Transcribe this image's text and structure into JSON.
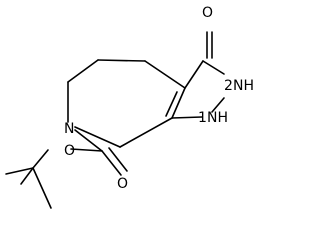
{
  "diagram": {
    "atoms": {
      "carbonyl_oxygen": "O",
      "pyrazole_nh_upper": "NH",
      "pyrazole_nh_lower": "NH",
      "upper_nh_prefix": "2",
      "lower_nh_prefix": "1",
      "ring_nitrogen": "N",
      "ester_oxygen": "O",
      "boc_carbonyl_oxygen": "O"
    }
  }
}
